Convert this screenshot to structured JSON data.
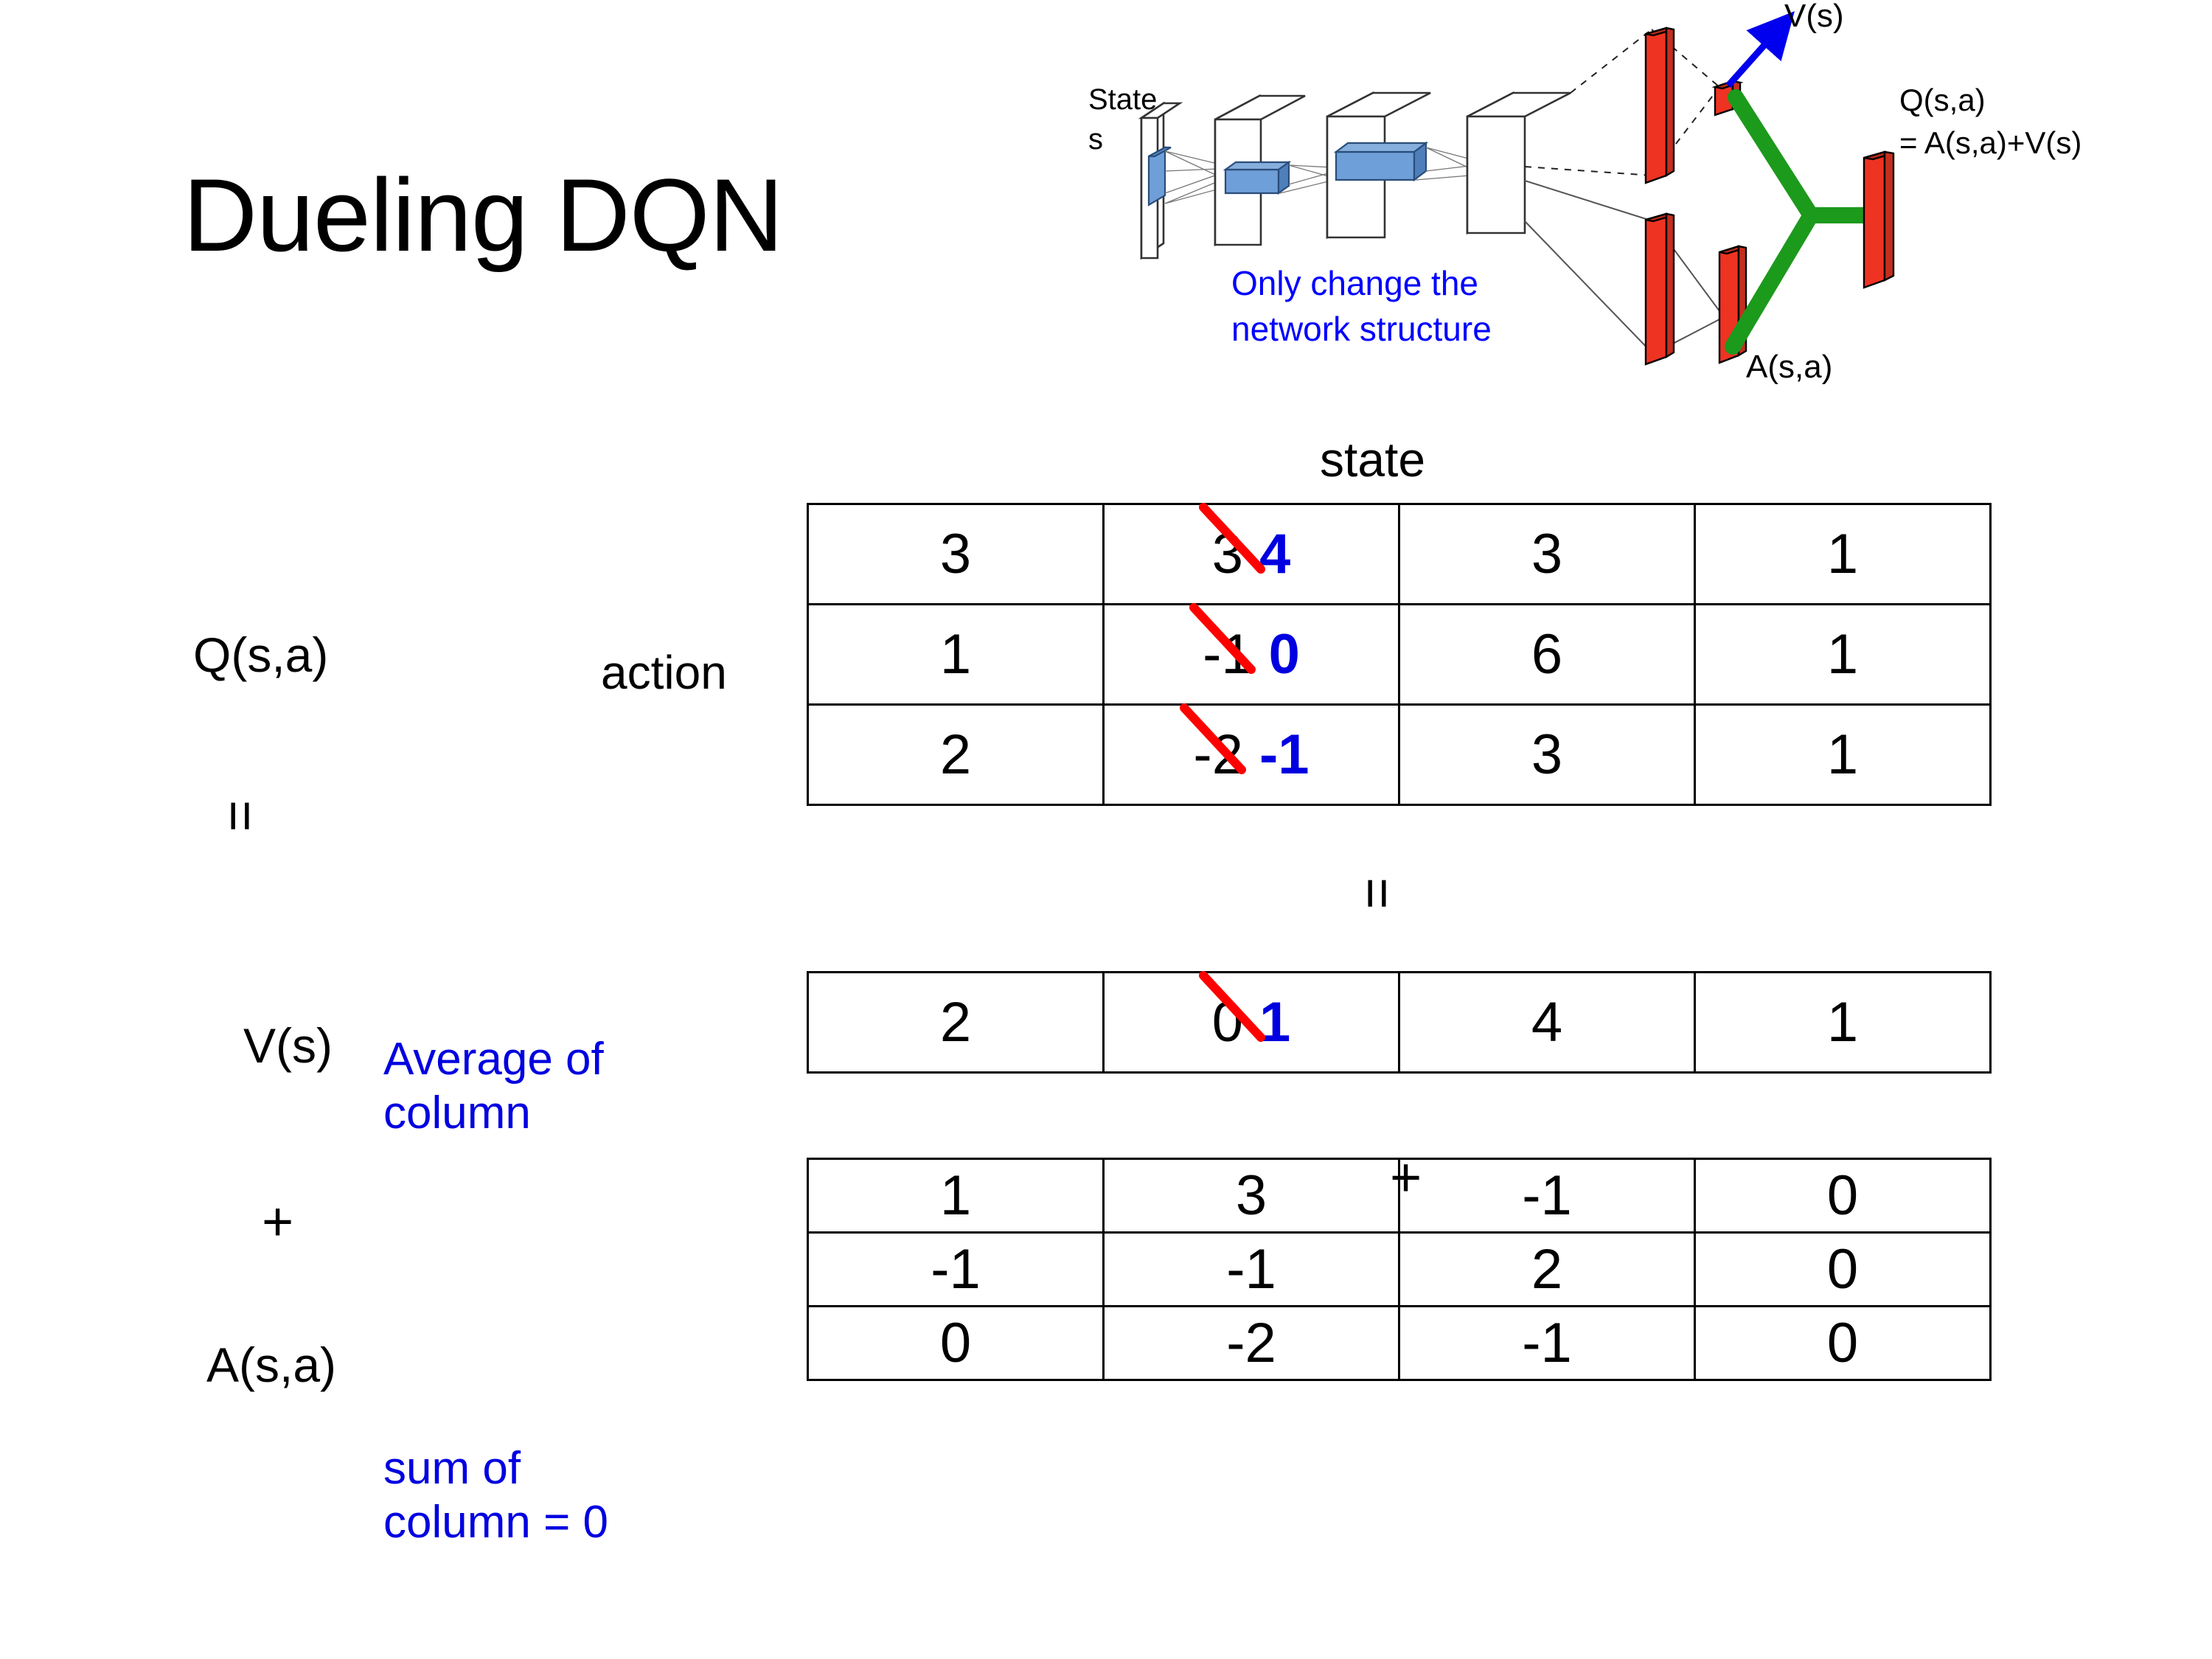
{
  "slide": {
    "title": "Dueling DQN"
  },
  "diagram": {
    "name": "dueling-dqn-architecture",
    "input_label_line1": "State",
    "input_label_line2": "s",
    "note": "Only change the\nnetwork structure",
    "value_stream_label": "V(s)",
    "advantage_stream_label": "A(s,a)",
    "output_label_line1": "Q(s,a)",
    "output_label_line2": "= A(s,a)+V(s)",
    "colors": {
      "note_blue": "#0000FF",
      "arrow_blue": "#0000EE",
      "bar_red": "#EE3322",
      "merge_green": "#1C9A1C",
      "filter_blue": "#6F9FD8"
    }
  },
  "labels": {
    "state": "state",
    "action": "action",
    "q": "Q(s,a)",
    "v": "V(s)",
    "a": "A(s,a)",
    "equals": "=",
    "plus": "+",
    "avg_note": "Average of\ncolumn",
    "sum_note": "sum of\ncolumn = 0"
  },
  "colors": {
    "new_value_blue": "#0000E0",
    "strike_red": "#FF0000",
    "note_blue": "#0000E0"
  },
  "chart_data": {
    "type": "table",
    "title": "Dueling DQN: Q(s,a) = V(s) + A(s,a)",
    "axis_labels": {
      "columns": "state",
      "rows": "action"
    },
    "tables": [
      {
        "name": "Q(s,a)",
        "rows": 3,
        "cols": 4,
        "values": [
          [
            "3",
            "3",
            "3",
            "1"
          ],
          [
            "1",
            "-1",
            "6",
            "1"
          ],
          [
            "2",
            "-2",
            "3",
            "1"
          ]
        ],
        "edits": [
          {
            "row": 0,
            "col": 1,
            "old": "3",
            "new": "4",
            "struck": true
          },
          {
            "row": 1,
            "col": 1,
            "old": "-1",
            "new": "0",
            "struck": true
          },
          {
            "row": 2,
            "col": 1,
            "old": "-2",
            "new": "-1",
            "struck": true
          }
        ]
      },
      {
        "name": "V(s)",
        "rows": 1,
        "cols": 4,
        "values": [
          [
            "2",
            "0",
            "4",
            "1"
          ]
        ],
        "edits": [
          {
            "row": 0,
            "col": 1,
            "old": "0",
            "new": "1",
            "struck": true
          }
        ]
      },
      {
        "name": "A(s,a)",
        "rows": 3,
        "cols": 4,
        "values": [
          [
            "1",
            "3",
            "-1",
            "0"
          ],
          [
            "-1",
            "-1",
            "2",
            "0"
          ],
          [
            "0",
            "-2",
            "-1",
            "0"
          ]
        ],
        "edits": []
      }
    ]
  }
}
